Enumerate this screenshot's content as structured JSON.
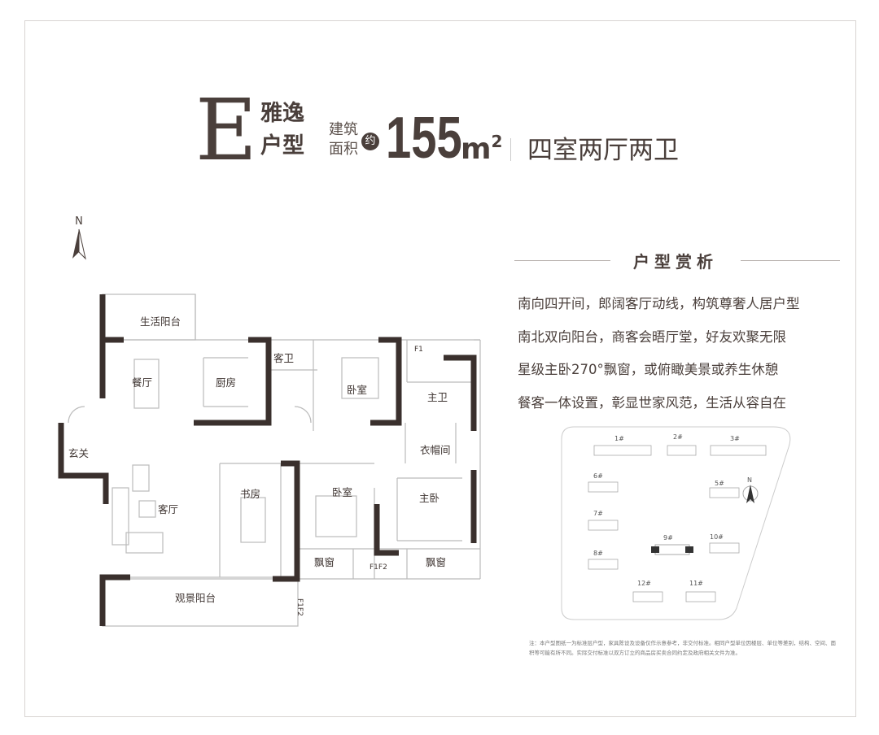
{
  "header": {
    "type_letter": "E",
    "type_name": "雅逸户型",
    "area_label": "建筑面积",
    "approx": "约",
    "area_value": "155",
    "area_unit": "m",
    "area_unit_sup": "2",
    "layout": "四室两厅两卫"
  },
  "compass": {
    "north": "N"
  },
  "floor_plan": {
    "rooms": [
      "生活阳台",
      "餐厅",
      "厨房",
      "客卫",
      "卧室",
      "主卫",
      "衣帽间",
      "玄关",
      "客厅",
      "书房",
      "卧室",
      "主卧",
      "飘窗",
      "F1F2",
      "飘窗",
      "观景阳台",
      "F1F2",
      "F1"
    ]
  },
  "analysis": {
    "title": "户型赏析",
    "points": [
      "南向四开间，郎阔客厅动线，构筑尊奢人居户型",
      "南北双向阳台，商客会晤厅堂，好友欢聚无限",
      "星级主卧270°飘窗，或俯瞰美景或养生休憩",
      "餐客一体设置，彰显世家风范，生活从容自在"
    ]
  },
  "site_plan": {
    "buildings": [
      "1#",
      "2#",
      "3#",
      "5#",
      "6#",
      "7#",
      "8#",
      "9#",
      "10#",
      "11#",
      "12#"
    ],
    "highlighted": "9#",
    "north": "N"
  },
  "note": "注：本户型图纸一为标准层户型，家具陈设及设备仅作示意参考，非交付标准。相同户型单位因楼层、单位等差别，结构、空间、面积等可能有所不同。实际交付标准以双方订立的商品房买卖合同约定及政府相关文件为准。"
}
